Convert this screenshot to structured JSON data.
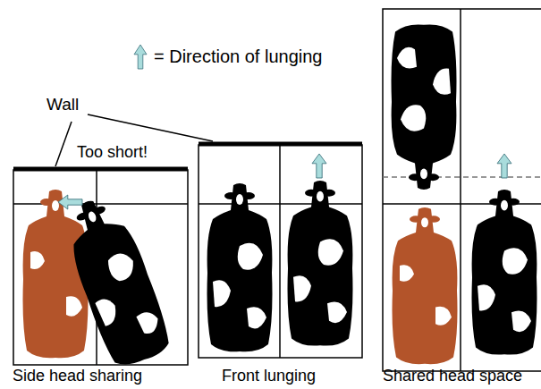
{
  "diagram": {
    "labels": [
      "Wall",
      "Too short!",
      "Side head sharing",
      "Front lunging",
      "Shared head space"
    ],
    "legend": [
      {
        "text": "= Direction of lunging"
      }
    ]
  }
}
